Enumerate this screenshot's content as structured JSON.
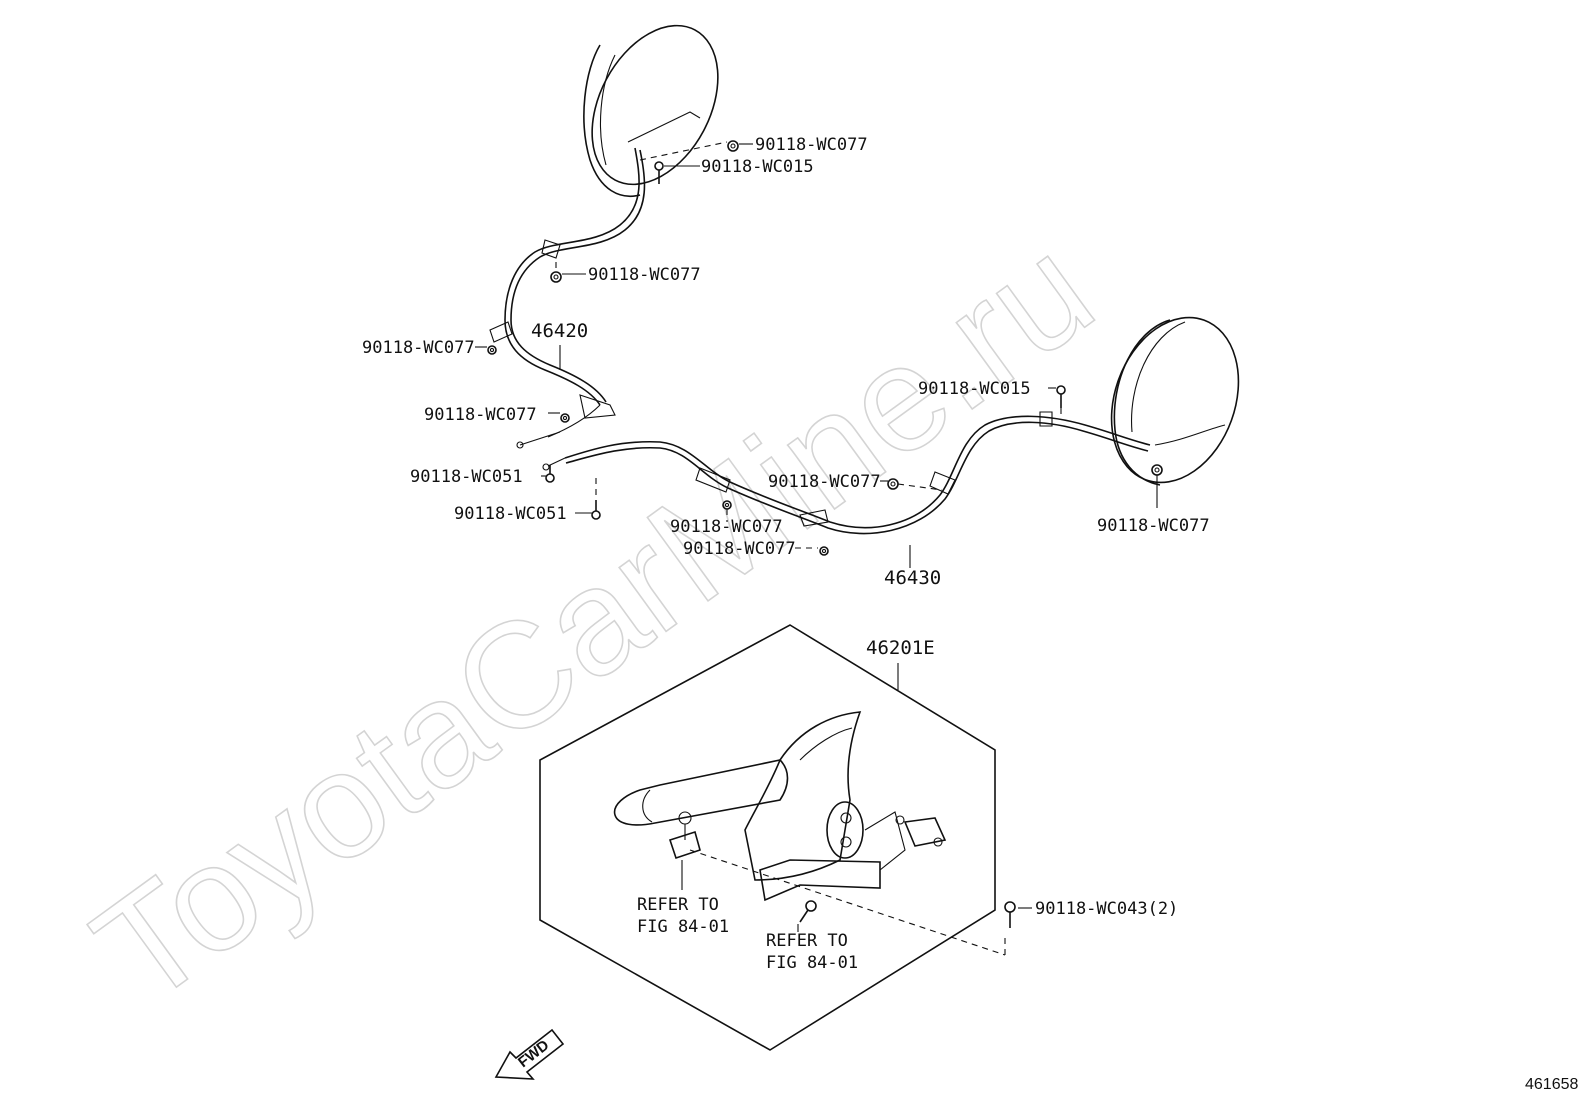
{
  "watermark": "ToyotaCarMine.ru",
  "figure_number": "461658",
  "fwd_label": "FWD",
  "part_numbers": {
    "cable_left": "46420",
    "cable_right": "46430",
    "lever_assy": "46201E"
  },
  "fasteners": {
    "f1": "90118-WC077",
    "f2": "90118-WC015",
    "f3": "90118-WC077",
    "f4": "90118-WC077",
    "f5": "90118-WC077",
    "f6": "90118-WC051",
    "f7": "90118-WC051",
    "f8": "90118-WC015",
    "f9": "90118-WC077",
    "f10": "90118-WC077",
    "f11": "90118-WC077",
    "f12": "90118-WC077",
    "f13": "90118-WC043(2)"
  },
  "refer": {
    "r1_line1": "REFER TO",
    "r1_line2": "FIG 84-01",
    "r2_line1": "REFER TO",
    "r2_line2": "FIG 84-01"
  },
  "colors": {
    "ink": "#111111",
    "watermark": "#d4d4d4",
    "background": "#ffffff"
  }
}
